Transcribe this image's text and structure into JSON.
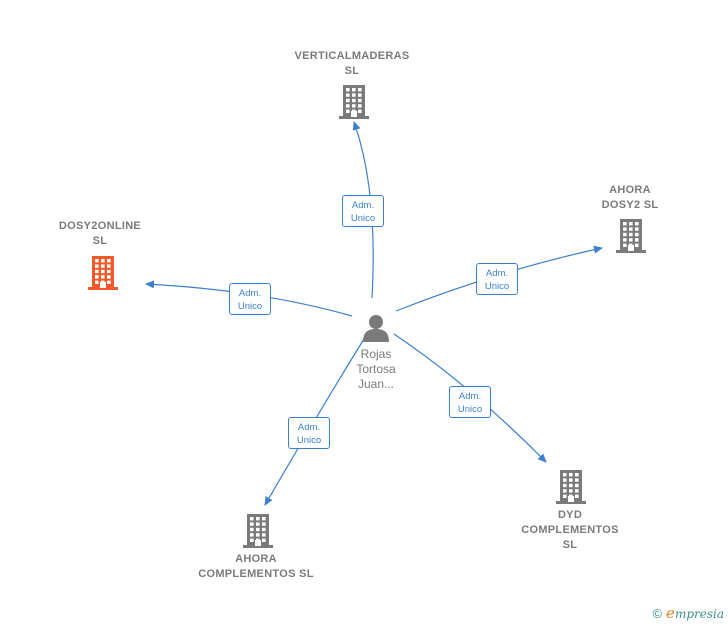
{
  "center": {
    "name_lines": [
      "Rojas",
      "Tortosa",
      "Juan..."
    ]
  },
  "companies": [
    {
      "id": "verticalmaderas",
      "lines": [
        "VERTICALMADERAS",
        "SL"
      ],
      "highlight": false
    },
    {
      "id": "ahora-dosy2",
      "lines": [
        "AHORA",
        "DOSY2 SL"
      ],
      "highlight": false
    },
    {
      "id": "dosy2online",
      "lines": [
        "DOSY2ONLINE",
        "SL"
      ],
      "highlight": true
    },
    {
      "id": "dyd",
      "lines": [
        "DYD",
        "COMPLEMENTOS",
        "SL"
      ],
      "highlight": false
    },
    {
      "id": "ahora-complementos",
      "lines": [
        "AHORA",
        "COMPLEMENTOS SL"
      ],
      "highlight": false
    }
  ],
  "edges": [
    {
      "to": "verticalmaderas",
      "lines": [
        "Adm.",
        "Unico"
      ]
    },
    {
      "to": "ahora-dosy2",
      "lines": [
        "Adm.",
        "Unico"
      ]
    },
    {
      "to": "dosy2online",
      "lines": [
        "Adm.",
        "Unico"
      ]
    },
    {
      "to": "dyd",
      "lines": [
        "Adm.",
        "Unico"
      ]
    },
    {
      "to": "ahora-complementos",
      "lines": [
        "Adm.",
        "Unico"
      ]
    }
  ],
  "colors": {
    "edge": "#3c7fcf",
    "building": "#7a7a7a",
    "building_highlight": "#f05a28",
    "person": "#7a7a7a"
  },
  "footer": {
    "copyright_symbol": "©",
    "brand_initial": "e",
    "brand_rest": "mpresia"
  }
}
